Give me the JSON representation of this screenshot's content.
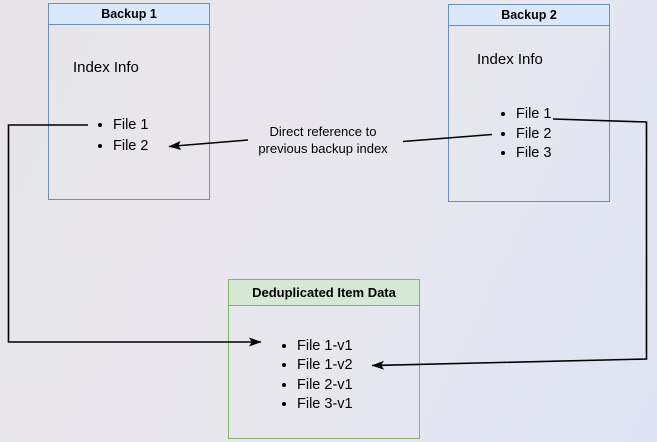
{
  "diagram": {
    "background": {
      "top_left": "#e7e5e8",
      "bottom_right": "#dee3f4"
    },
    "connector_color": "#000000",
    "nodes": {
      "backup1": {
        "title": "Backup 1",
        "label": "Index Info",
        "items": [
          "File 1",
          "File 2"
        ],
        "header_fill": "#dae8fc",
        "border_color": "#6c8ebf"
      },
      "backup2": {
        "title": "Backup 2",
        "label": "Index Info",
        "items": [
          "File 1",
          "File 2",
          "File 3"
        ],
        "header_fill": "#dae8fc",
        "border_color": "#6c8ebf"
      },
      "dedup": {
        "title": "Deduplicated Item Data",
        "items": [
          "File 1-v1",
          "File 1-v2",
          "File 2-v1",
          "File 3-v1"
        ],
        "header_fill": "#d5e8d4",
        "border_color": "#82b366"
      }
    },
    "annotation": {
      "line1": "Direct reference to",
      "line2": "previous backup index"
    }
  }
}
